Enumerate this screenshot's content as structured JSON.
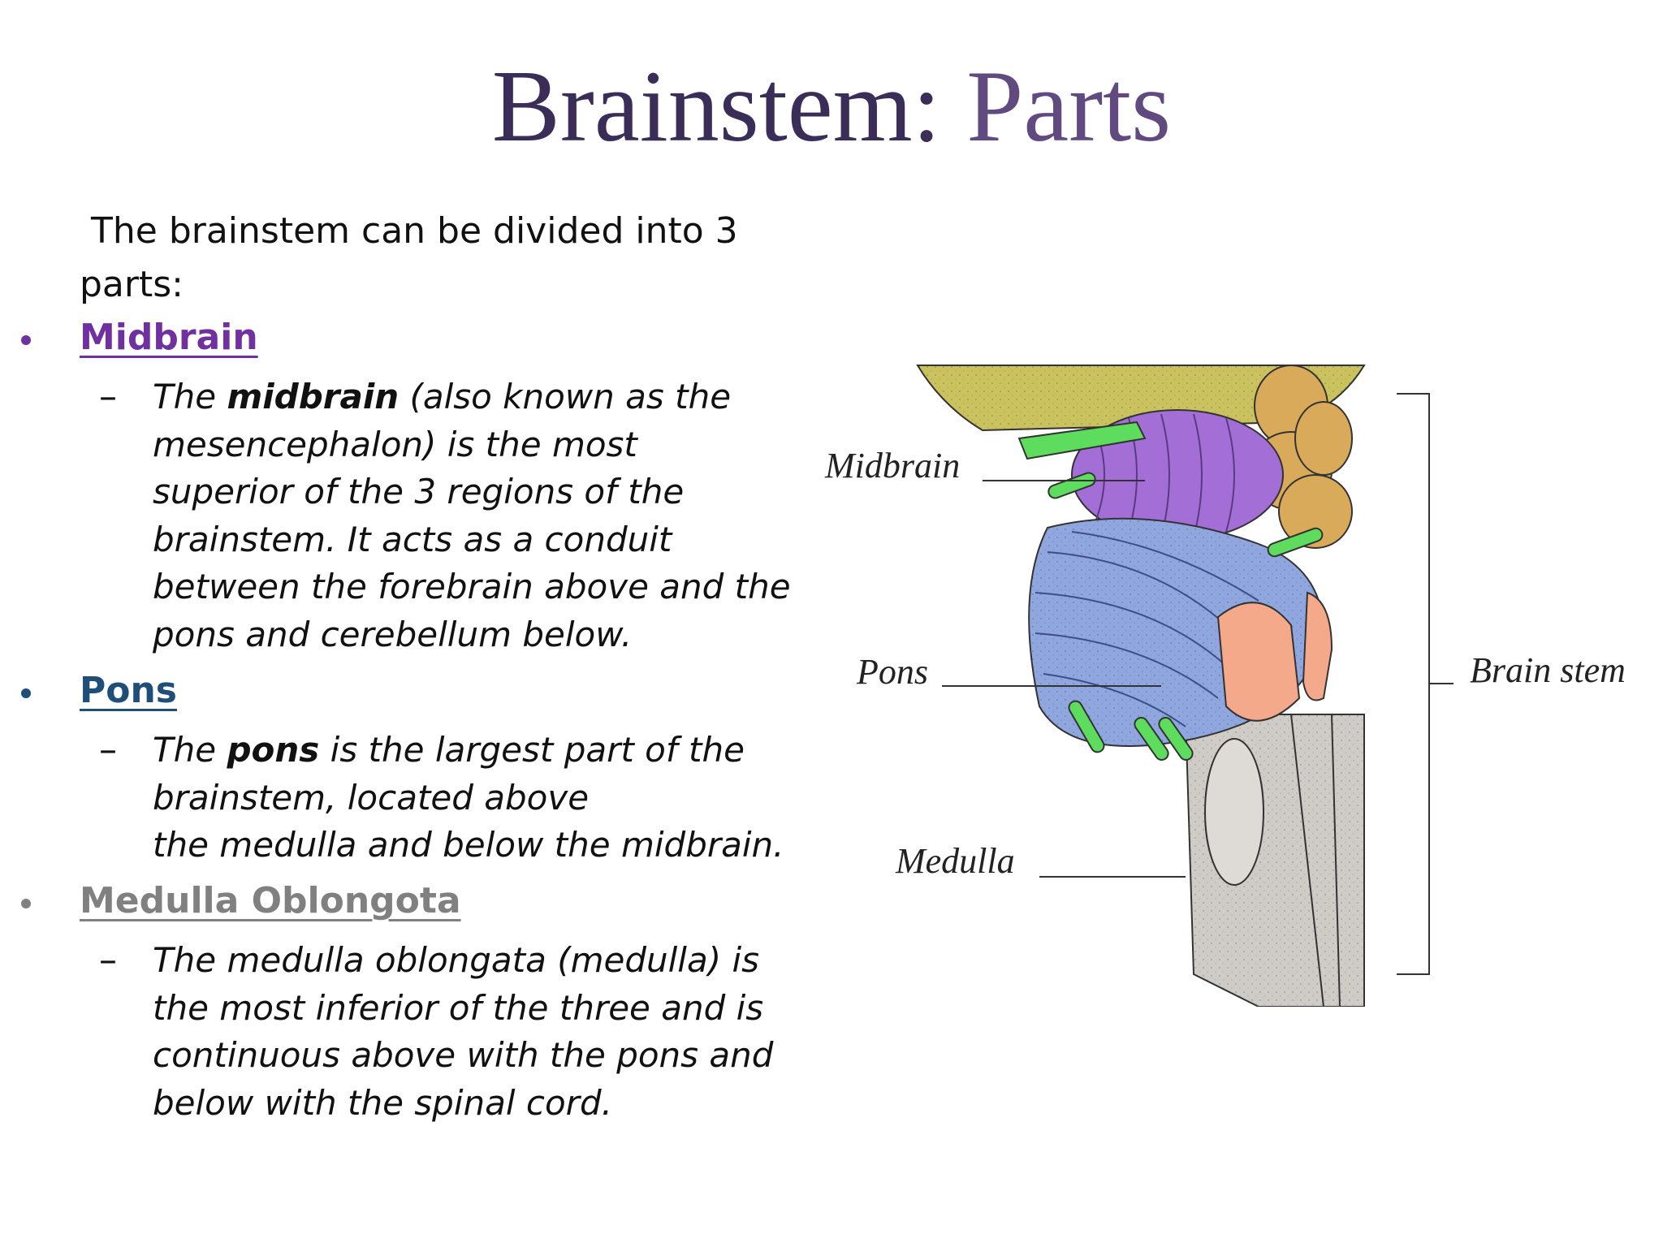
{
  "title": {
    "part1": "Brainstem:",
    "part2": "Parts"
  },
  "intro": {
    "line1": "The brainstem can be divided into 3",
    "line2": "parts:"
  },
  "sections": [
    {
      "heading": "Midbrain",
      "color": "#7030a0",
      "desc_before": "The ",
      "desc_bold": "midbrain",
      "desc_lines": [
        " (also known as the",
        "mesencephalon) is the most",
        "superior of the 3 regions of the",
        "brainstem. It acts as a conduit",
        "between the forebrain above and the",
        "pons and cerebellum below."
      ]
    },
    {
      "heading": "Pons",
      "color": "#1f4e79",
      "desc_before": "The ",
      "desc_bold": "pons",
      "desc_lines": [
        " is the largest part of the",
        "brainstem, located above",
        "the medulla and below the midbrain."
      ]
    },
    {
      "heading": "Medulla Oblongota",
      "color": "#808080",
      "desc_lines": [
        "The medulla oblongata (medulla) is",
        "the most inferior of the three and is",
        "continuous above with the pons and",
        "below with the spinal cord."
      ]
    }
  ],
  "figure": {
    "labels": {
      "midbrain": "Midbrain",
      "pons": "Pons",
      "medulla": "Medulla",
      "brain_stem": "Brain stem"
    },
    "colors": {
      "thalamus": "#c9c25e",
      "midbrain": "#a36fd6",
      "pons": "#8fa6df",
      "cerebellar_peduncle": "#f4a98a",
      "cranial_nerves": "#5ddc5d",
      "colliculi": "#d9aa5a",
      "medulla": "#cfcbc6"
    }
  }
}
